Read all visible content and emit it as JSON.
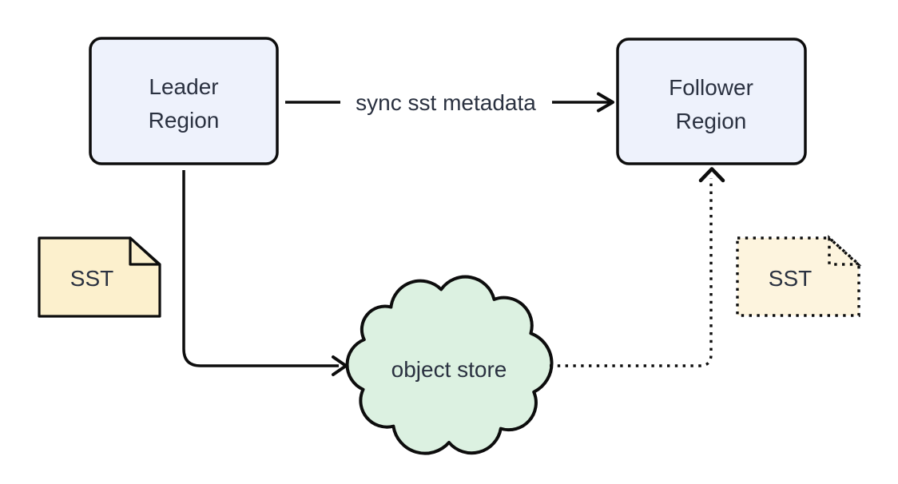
{
  "diagram": {
    "nodes": {
      "leader_region": {
        "label_line1": "Leader",
        "label_line2": "Region"
      },
      "follower_region": {
        "label_line1": "Follower",
        "label_line2": "Region"
      },
      "object_store": {
        "label": "object store"
      },
      "sst_source": {
        "label": "SST"
      },
      "sst_replica": {
        "label": "SST"
      }
    },
    "edges": {
      "sync_metadata": {
        "label": "sync sst metadata"
      }
    },
    "colors": {
      "region_fill": "#eef2fc",
      "sst_fill": "#fcf0cd",
      "sst_replica_fill": "#fdf4de",
      "cloud_fill": "#dcf1e1",
      "stroke": "#0d0d0d",
      "text": "#2a3140"
    }
  }
}
